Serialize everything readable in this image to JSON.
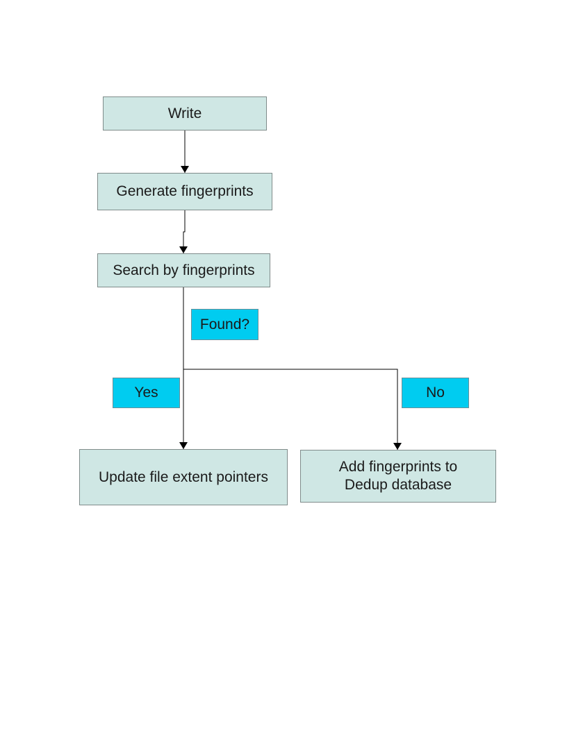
{
  "nodes": {
    "write": "Write",
    "generate": "Generate fingerprints",
    "search": "Search by fingerprints",
    "update": "Update file extent pointers",
    "add": "Add fingerprints to\nDedup database"
  },
  "labels": {
    "found": "Found?",
    "yes": "Yes",
    "no": "No"
  },
  "colors": {
    "process_box": "#cfe7e4",
    "decision_label": "#00ccf0"
  }
}
